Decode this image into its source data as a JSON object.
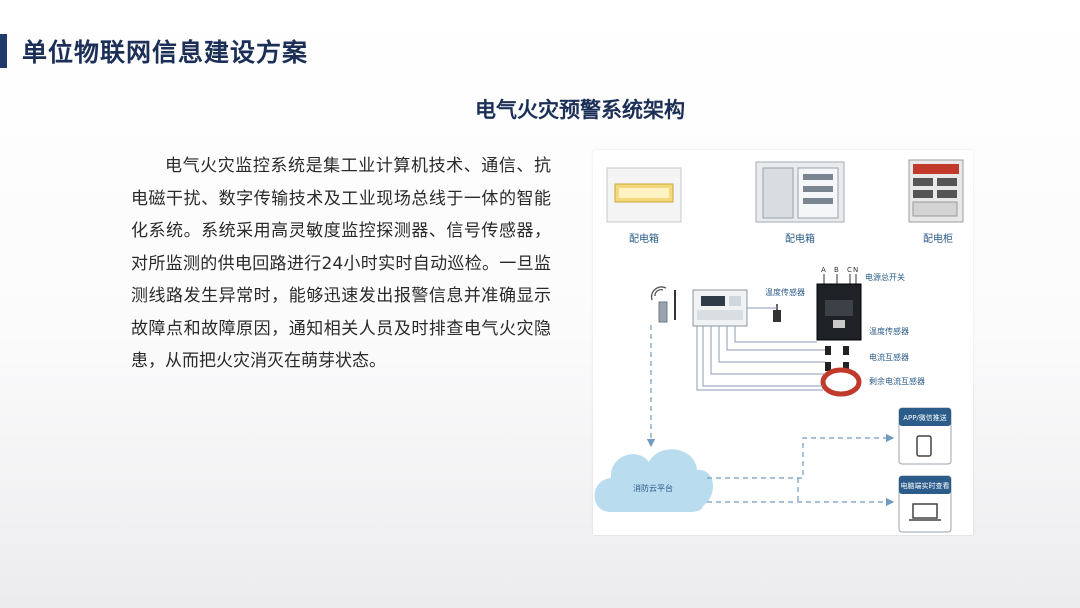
{
  "header": {
    "title": "单位物联网信息建设方案"
  },
  "section": {
    "title": "电气火灾预警系统架构"
  },
  "body": {
    "paragraph": "电气火灾监控系统是集工业计算机技术、通信、抗电磁干扰、数字传输技术及工业现场总线于一体的智能化系统。系统采用高灵敏度监控探测器、信号传感器，对所监测的供电回路进行24小时实时自动巡检。一旦监测线路发生异常时，能够迅速发出报警信息并准确显示故障点和故障原因，通知相关人员及时排查电气火灾隐患，从而把火灾消灭在萌芽状态。"
  },
  "diagram": {
    "cabinets": [
      "配电箱",
      "配电箱",
      "配电柜"
    ],
    "temp_sensor_label": "温度传感器",
    "phase_labels": [
      "A",
      "B",
      "C",
      "N"
    ],
    "main_switch_label": "电源总开关",
    "right_labels": [
      "温度传感器",
      "电流互感器",
      "剩余电流互感器"
    ],
    "cloud_label": "消防云平台",
    "app_box_label": "APP/微信推送",
    "pc_box_label": "电脑端实时查看",
    "colors": {
      "accent": "#1b2f57",
      "line": "#8a9bb0",
      "dash": "#6f9bc0",
      "cloud": "#b9dcef"
    }
  }
}
